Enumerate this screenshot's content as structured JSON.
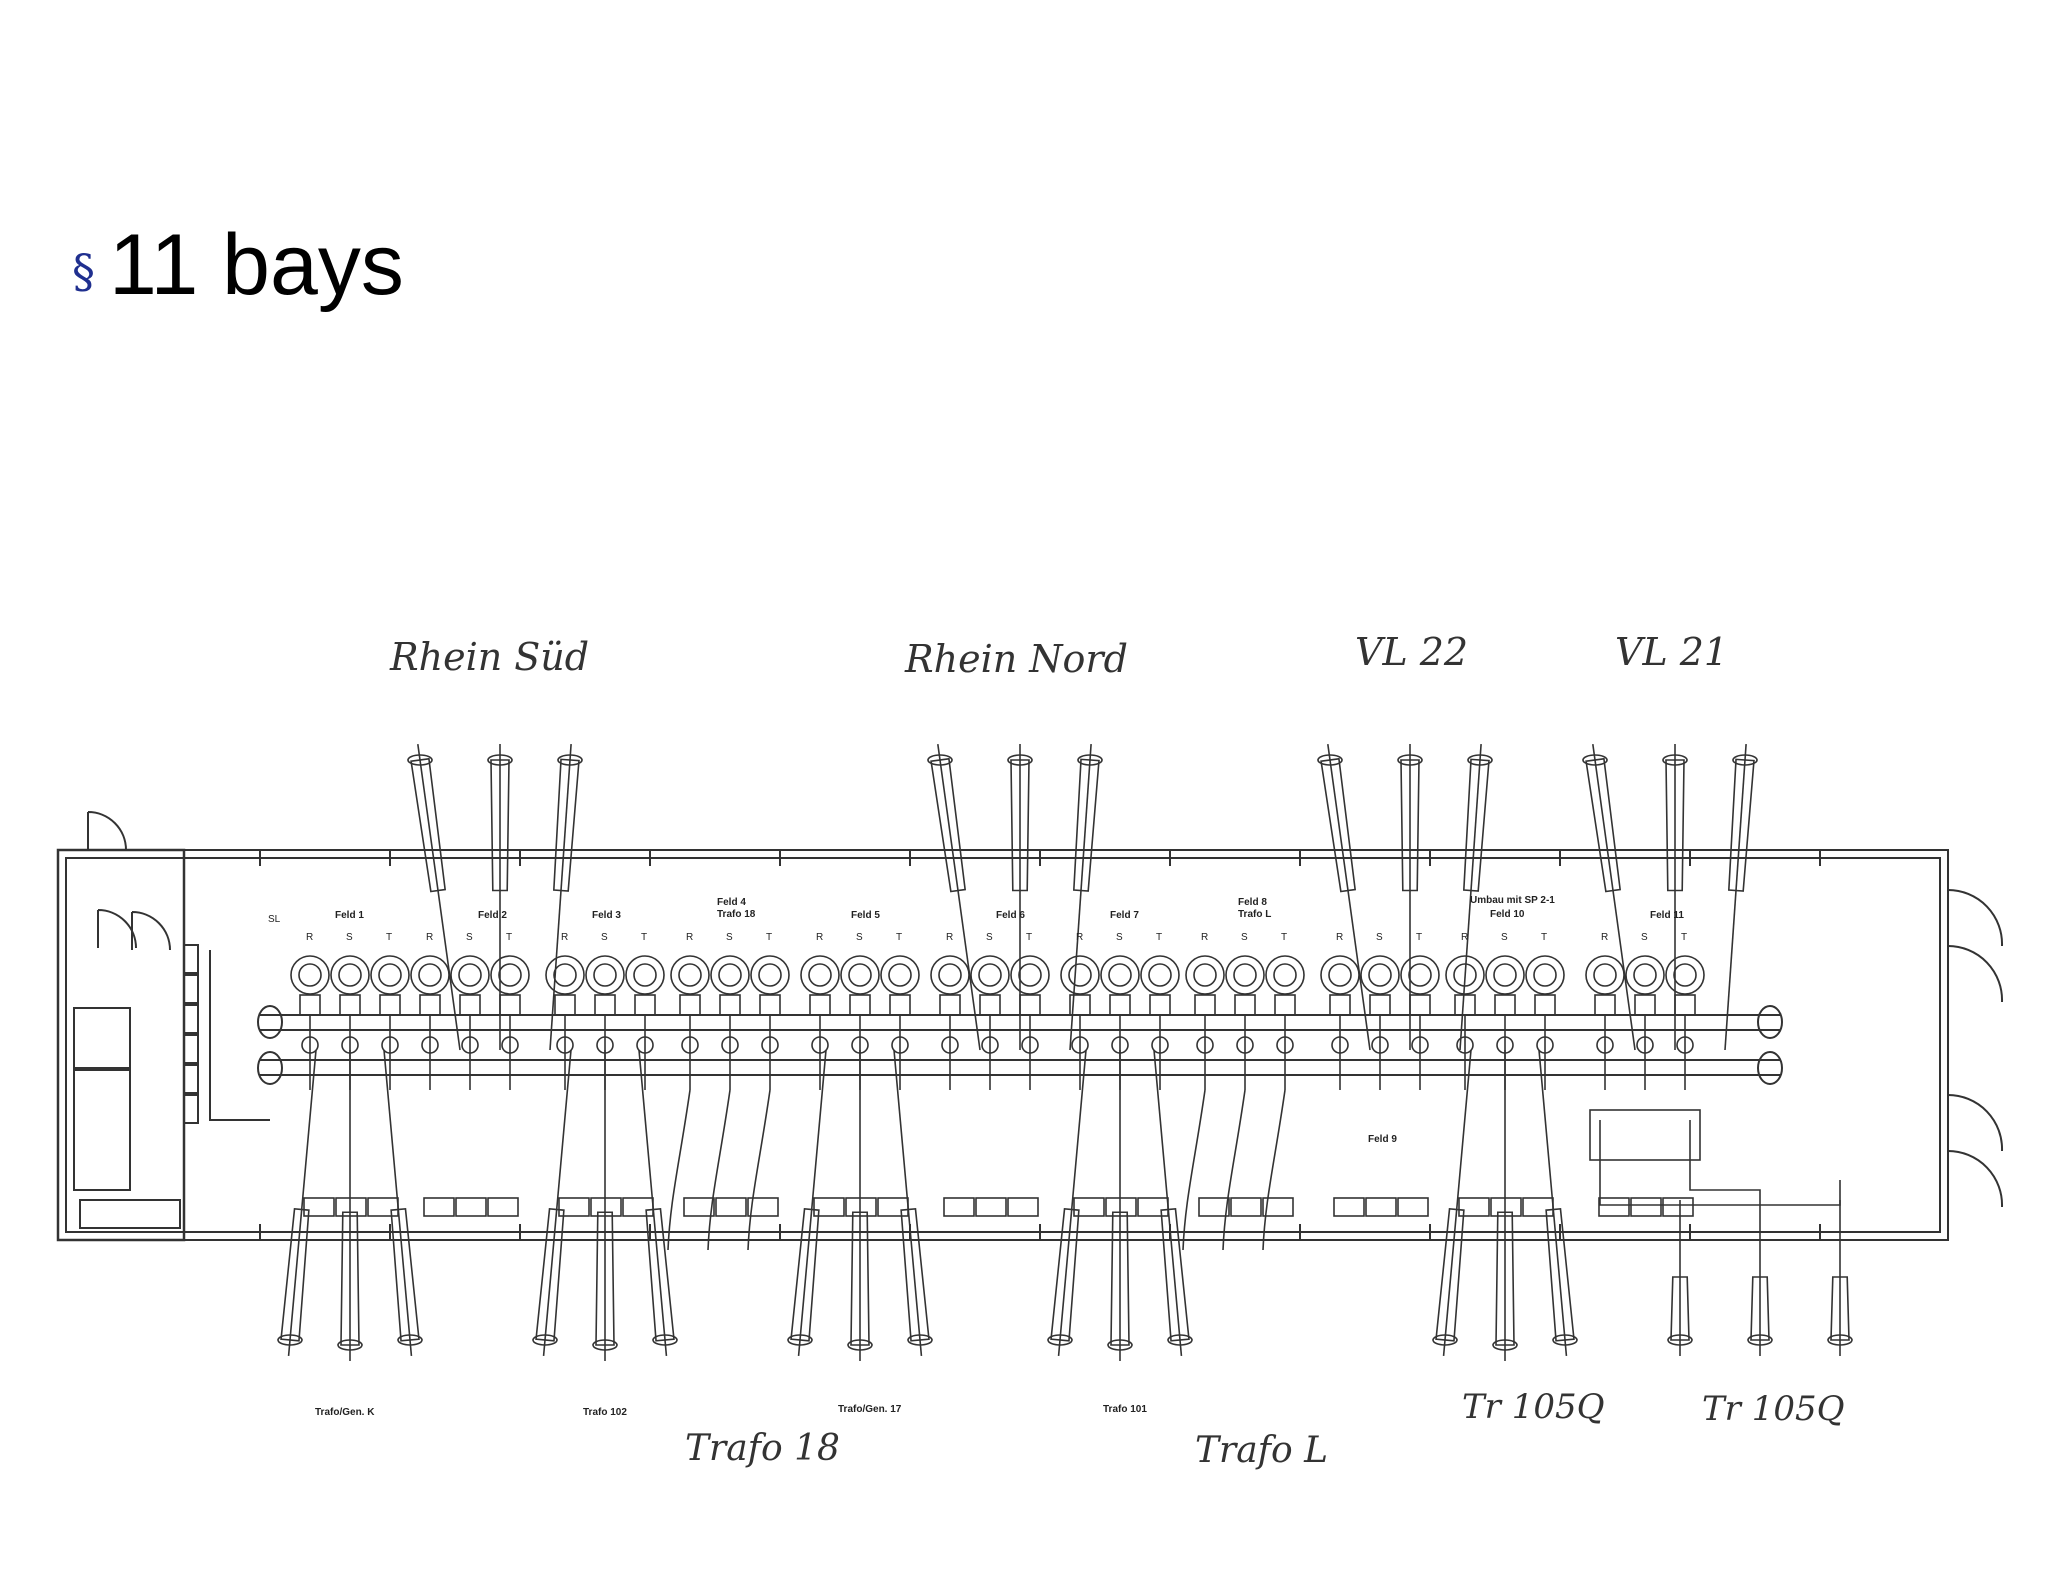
{
  "slide": {
    "bullet": "§",
    "title": "11 bays"
  },
  "diagram": {
    "top_labels": [
      "Rhein Süd",
      "Rhein Nord",
      "VL 22",
      "VL 21"
    ],
    "bottom_labels_small": [
      "Trafo/Gen. K",
      "Trafo 102",
      "Trafo/Gen. 17",
      "Trafo 101"
    ],
    "bottom_labels_hand": [
      "Trafo 18",
      "Trafo L",
      "Tr 105Q",
      "Tr 105Q"
    ],
    "bay_labels": [
      "Feld 1",
      "Feld 2",
      "Feld 3",
      "Feld 4",
      "Trafo 18",
      "Feld 5",
      "Feld 6",
      "Feld 7",
      "Feld 8",
      "Trafo L",
      "Umbau mit SP 2-1",
      "Feld 10",
      "Feld 11",
      "Feld 9"
    ],
    "phase_labels": [
      "SL",
      "R",
      "S",
      "T"
    ]
  }
}
